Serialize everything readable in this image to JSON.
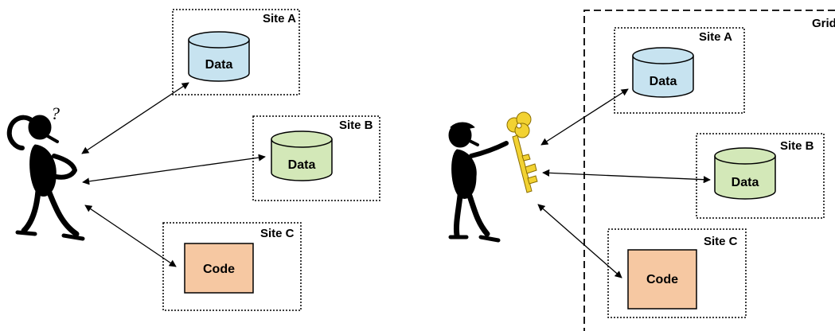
{
  "colors": {
    "data_fill": "#c7e3f0",
    "data_fill_b": "#d3e8b8",
    "code_fill": "#f6c8a2",
    "key": "#f2d232",
    "figure": "#000000"
  },
  "left": {
    "sites": [
      {
        "label": "Site A",
        "node": "Data"
      },
      {
        "label": "Site B",
        "node": "Data"
      },
      {
        "label": "Site C",
        "node": "Code"
      }
    ],
    "figure_mark": "?"
  },
  "right": {
    "grid_label": "Grid",
    "sites": [
      {
        "label": "Site A",
        "node": "Data"
      },
      {
        "label": "Site B",
        "node": "Data"
      },
      {
        "label": "Site C",
        "node": "Code"
      }
    ]
  }
}
